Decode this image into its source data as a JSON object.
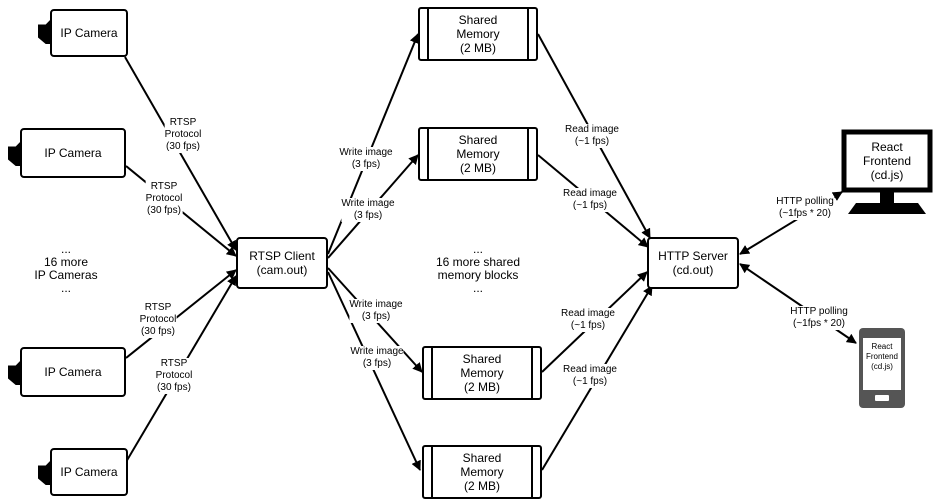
{
  "cameras": [
    {
      "label": "IP Camera"
    },
    {
      "label": "IP Camera"
    },
    {
      "label": "IP Camera"
    },
    {
      "label": "IP Camera"
    }
  ],
  "more_cameras": "...\n16 more\nIP Cameras\n...",
  "rtsp_labels": [
    "RTSP\nProtocol\n(30 fps)",
    "RTSP\nProtocol\n(30 fps)",
    "RTSP\nProtocol\n(30 fps)",
    "RTSP\nProtocol\n(30 fps)"
  ],
  "rtsp_client": "RTSP Client\n(cam.out)",
  "write_labels": [
    "Write image\n(3 fps)",
    "Write image\n(3 fps)",
    "Write image\n(3 fps)",
    "Write image\n(3 fps)"
  ],
  "memories": [
    "Shared\nMemory\n(2 MB)",
    "Shared\nMemory\n(2 MB)",
    "Shared\nMemory\n(2 MB)",
    "Shared\nMemory\n(2 MB)"
  ],
  "more_memory": "...\n16 more shared\nmemory blocks\n...",
  "read_labels": [
    "Read image\n(~1 fps)",
    "Read image\n(~1 fps)",
    "Read image\n(~1 fps)",
    "Read image\n(~1 fps)"
  ],
  "http_server": "HTTP Server\n(cd.out)",
  "http_labels": [
    "HTTP polling\n(~1fps * 20)",
    "HTTP polling\n(~1fps * 20)"
  ],
  "desktop_frontend": "React\nFrontend\n(cd.js)",
  "mobile_frontend": "React\nFrontend\n(cd.js)"
}
